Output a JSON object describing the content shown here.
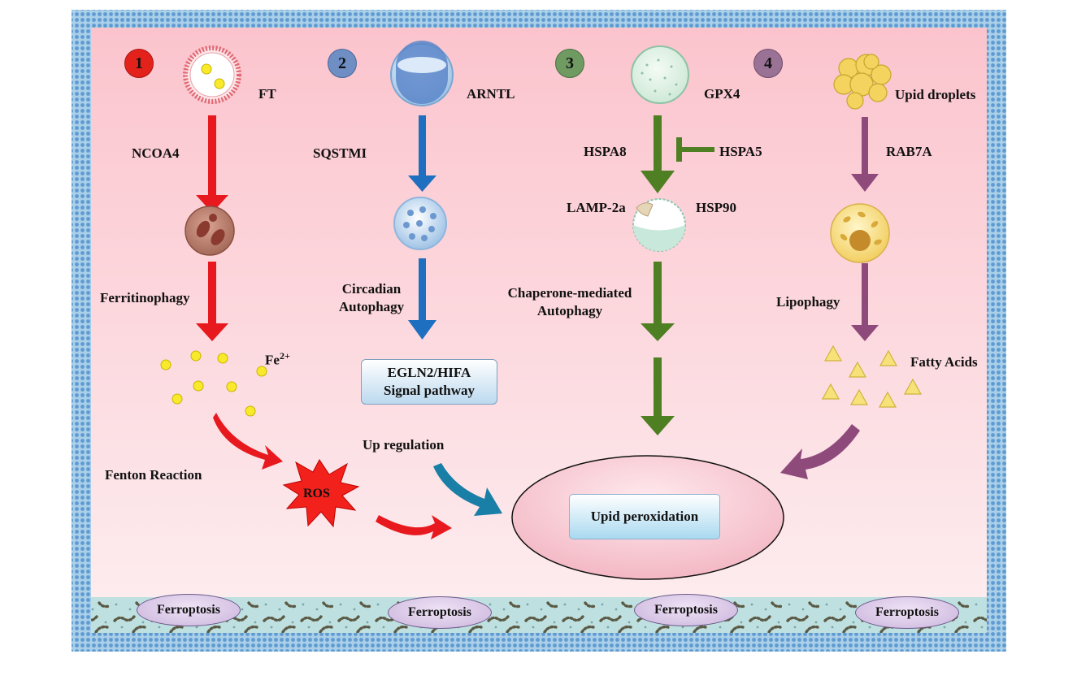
{
  "steps": [
    {
      "number": "1",
      "color": "#e3231b"
    },
    {
      "number": "2",
      "color": "#6f8ec4"
    },
    {
      "number": "3",
      "color": "#6f9a62"
    },
    {
      "number": "4",
      "color": "#9a7296"
    }
  ],
  "pathway1": {
    "source": "FT",
    "mediator": "NCOA4",
    "process": "Ferritinophagy",
    "ion": "Fe",
    "ion_charge": "2+",
    "reaction": "Fenton Reaction",
    "product": "ROS"
  },
  "pathway2": {
    "source": "ARNTL",
    "mediator": "SQSTMI",
    "process_line1": "Circadian",
    "process_line2": "Autophagy",
    "signal_line1": "EGLN2/HIFA",
    "signal_line2": "Signal pathway",
    "effect": "Up regulation"
  },
  "pathway3": {
    "source": "GPX4",
    "mediator": "HSPA8",
    "inhibitor": "HSPA5",
    "receptor": "LAMP-2a",
    "chaperone": "HSP90",
    "process_line1": "Chaperone-mediated",
    "process_line2": "Autophagy"
  },
  "pathway4": {
    "source": "Upid droplets",
    "mediator": "RAB7A",
    "process": "Lipophagy",
    "product": "Fatty Acids"
  },
  "outcome": "Upid peroxidation",
  "ferroptosis_labels": [
    "Ferroptosis",
    "Ferroptosis",
    "Ferroptosis",
    "Ferroptosis"
  ],
  "colors": {
    "red_arrow": "#e8191e",
    "blue_arrow": "#1f6fc0",
    "teal_arrow": "#1a7fa6",
    "green_arrow": "#4f7f23",
    "purple_arrow": "#8f4a7c",
    "membrane": "#7fb0d8",
    "cell_fill": "#fcd9df"
  }
}
